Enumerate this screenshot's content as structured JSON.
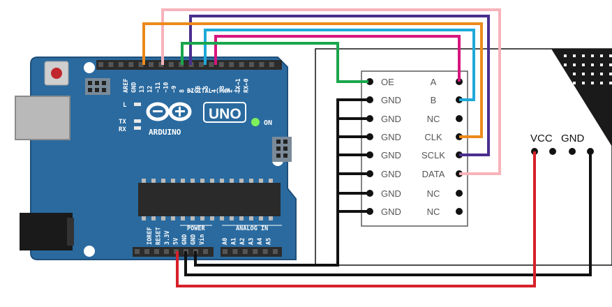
{
  "arduino": {
    "logo_text": "ARDUINO",
    "model": "UNO",
    "on_label": "ON",
    "led_l": "L",
    "led_tx": "TX",
    "led_rx": "RX",
    "digital_label": "DIGITAL (PWM ~)",
    "power_label": "POWER",
    "analog_label": "ANALOG IN",
    "top_header_labels": [
      "AREF",
      "GND",
      "13",
      "12",
      "~11",
      "~10",
      "~9",
      "8",
      "7",
      "~6",
      "~5",
      "4",
      "~3",
      "2",
      "TX→1",
      "RX←0"
    ],
    "power_header_labels": [
      "IOREF",
      "RESET",
      "3.3V",
      "5V",
      "GND",
      "GND",
      "Vin"
    ],
    "analog_header_labels": [
      "A0",
      "A1",
      "A2",
      "A3",
      "A4",
      "A5"
    ]
  },
  "module": {
    "left_pins": [
      "OE",
      "GND",
      "GND",
      "GND",
      "GND",
      "GND",
      "GND",
      "GND"
    ],
    "right_pins": [
      "A",
      "B",
      "NC",
      "CLK",
      "SCLK",
      "DATA",
      "NC",
      "NC"
    ]
  },
  "panel": {
    "vcc_label": "VCC",
    "gnd_label": "GND"
  },
  "wire_colors": {
    "orange": "#ec8a1c",
    "pink": "#f7b3bb",
    "purple": "#4a2e8e",
    "cyan": "#1fa9d9",
    "green": "#1aa64c",
    "magenta": "#d6157f",
    "red": "#d8202a",
    "black": "#111111"
  },
  "colors": {
    "board": "#2a6a9f",
    "board_dark": "#1f4f7a"
  }
}
